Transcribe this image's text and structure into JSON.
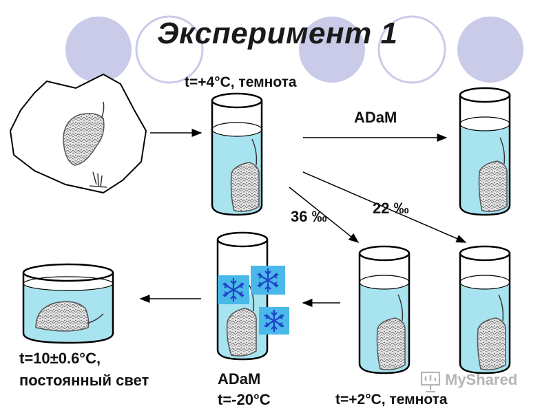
{
  "title": "Эксперимент 1",
  "labels": {
    "top_condition": "t=+4°C, темнота",
    "adam_top": "ADaM",
    "salinity_22": "22 ‰",
    "salinity_36": "36 ‰",
    "bottom_left_line1": "t=10±0.6°C,",
    "bottom_left_line2": "постоянный свет",
    "adam_bottom": "ADaM",
    "temp_minus20": "t=-20°C",
    "bottom_right_condition": "t=+2°C, темнота"
  },
  "watermark": {
    "text": "MyShared",
    "icon": "presentation-board-icon"
  },
  "colors": {
    "water": "#a8e3f0",
    "snowflake_bg": "#4ab8e8",
    "snowflake": "#1f43c9",
    "circle_blue": "#c9cbe8",
    "outline": "#000000"
  },
  "icons": [
    "snowflake-icon",
    "arrow-icon",
    "beaker-icon",
    "sponge-icon"
  ]
}
